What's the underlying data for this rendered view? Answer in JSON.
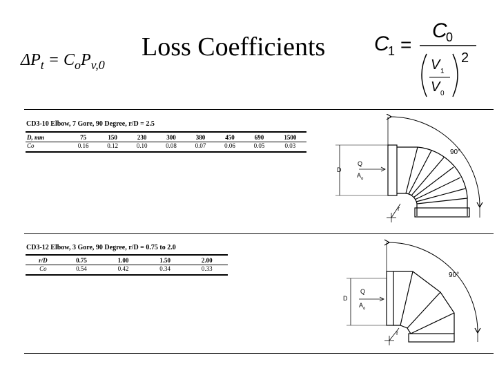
{
  "slide": {
    "title": "Loss Coefficients",
    "eq_left": {
      "main": "ΔP",
      "sub1": "t",
      "mid": " = C",
      "sub2": "o",
      "p": "P",
      "sub3": "v,0"
    },
    "eq_right": {
      "lhs": "C",
      "lhs_sub": "1",
      "eq": "=",
      "num": "C",
      "num_sub": "0",
      "v1": "V",
      "v1_sub": "1",
      "v0": "V",
      "v0_sub": "0",
      "exp": "2"
    }
  },
  "table1": {
    "caption": "CD3-10 Elbow, 7 Gore, 90 Degree, r/D = 2.5",
    "row_header": "D, mm",
    "row_value": "Co",
    "columns": [
      "75",
      "150",
      "230",
      "300",
      "380",
      "450",
      "690",
      "1500"
    ],
    "values": [
      "0.16",
      "0.12",
      "0.10",
      "0.08",
      "0.07",
      "0.06",
      "0.05",
      "0.03"
    ]
  },
  "table2": {
    "caption": "CD3-12 Elbow, 3 Gore, 90 Degree, r/D = 0.75 to 2.0",
    "row_header": "r/D",
    "row_value": "Co",
    "columns": [
      "0.75",
      "1.00",
      "1.50",
      "2.00"
    ],
    "values": [
      "0.54",
      "0.42",
      "0.34",
      "0.33"
    ]
  },
  "diagram1": {
    "angle": "90°",
    "d_label": "D",
    "q_label": "Q",
    "a_label": "A",
    "a_sub": "o",
    "r_label": "r"
  },
  "diagram2": {
    "angle": "90°",
    "d_label": "D",
    "q_label": "Q",
    "a_label": "A",
    "a_sub": "o",
    "r_label": "r"
  }
}
